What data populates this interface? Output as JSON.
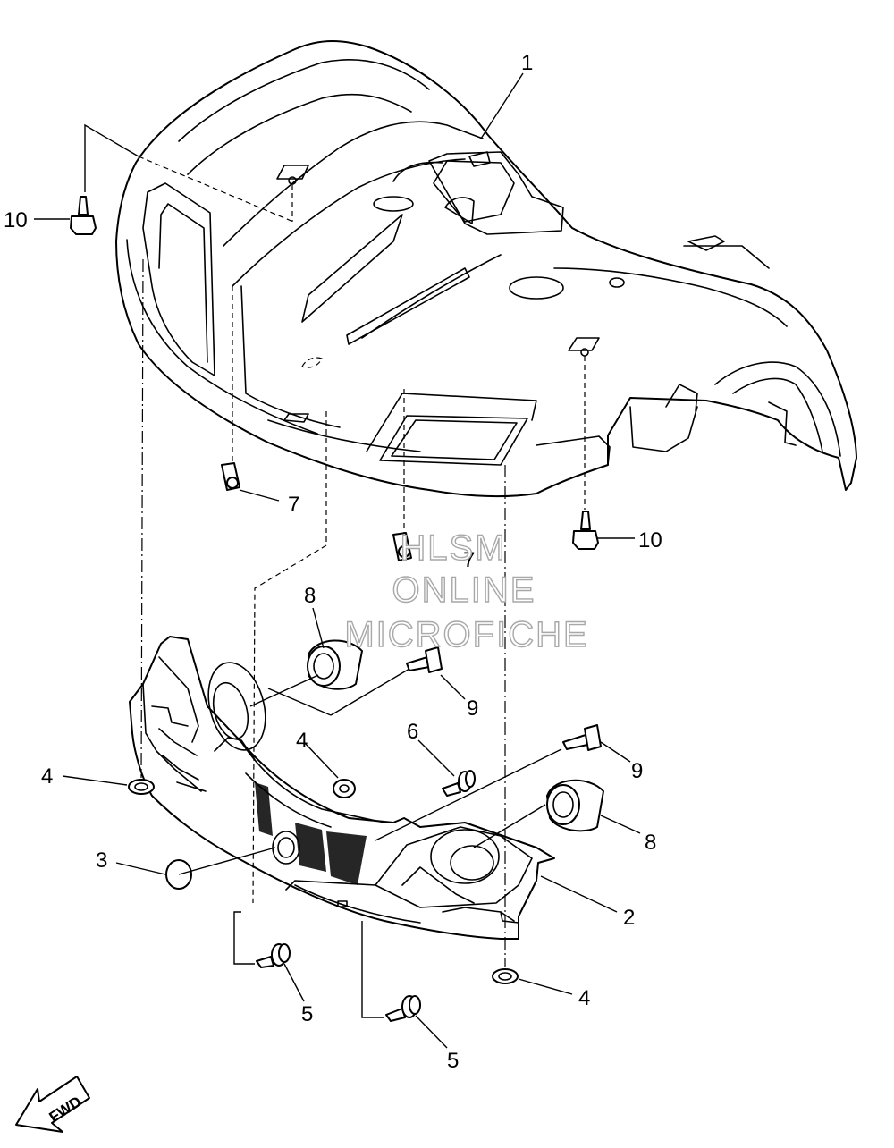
{
  "callouts": {
    "c1": "1",
    "c2": "2",
    "c3": "3",
    "c4a": "4",
    "c4b": "4",
    "c4c": "4",
    "c5a": "5",
    "c5b": "5",
    "c6": "6",
    "c7a": "7",
    "c7b": "7",
    "c8a": "8",
    "c8b": "8",
    "c9a": "9",
    "c9b": "9",
    "c10a": "10",
    "c10b": "10"
  },
  "watermark": {
    "line1": "HLSM",
    "line2": "ONLINE",
    "line3": "MICROFICHE"
  },
  "direction_arrow": {
    "label": "FWD"
  },
  "colors": {
    "line": "#000000",
    "watermark_outline": "#a8a8a8",
    "background": "#ffffff"
  }
}
